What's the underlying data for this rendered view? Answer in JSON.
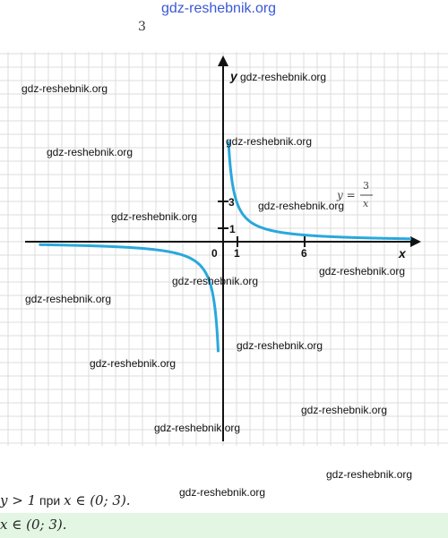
{
  "header": {
    "site_link": "gdz-reshebnik.org",
    "problem_number": "3"
  },
  "graph": {
    "x_axis_label": "x",
    "y_axis_label": "y",
    "origin_label": "0",
    "x_tick_1": "1",
    "x_tick_6": "6",
    "y_tick_1": "1",
    "y_tick_3": "3",
    "formula_lhs": "y =",
    "formula_num": "3",
    "formula_den": "x"
  },
  "chart_data": {
    "type": "line",
    "function": "y = 3/x",
    "x_range": [
      -7.5,
      8
    ],
    "y_range": [
      -8,
      7.5
    ],
    "grid": true
  },
  "watermarks": [
    "gdz-reshebnik.org",
    "gdz-reshebnik.org",
    "gdz-reshebnik.org",
    "gdz-reshebnik.org",
    "gdz-reshebnik.org",
    "gdz-reshebnik.org",
    "gdz-reshebnik.org",
    "gdz-reshebnik.org",
    "gdz-reshebnik.org",
    "gdz-reshebnik.org",
    "gdz-reshebnik.org",
    "gdz-reshebnik.org",
    "gdz-reshebnik.org",
    "gdz-reshebnik.org",
    "gdz-reshebnik.org"
  ],
  "text": {
    "line1_a": "y > 1",
    "line1_pri": " при ",
    "line1_b": "x ∈ (0; 3).",
    "answer": "x ∈ (0; 3)."
  },
  "colors": {
    "curve": "#2aa8dc",
    "grid": "#dcdcdc",
    "axis": "#111111",
    "answer_bg": "#e3f5e3"
  }
}
